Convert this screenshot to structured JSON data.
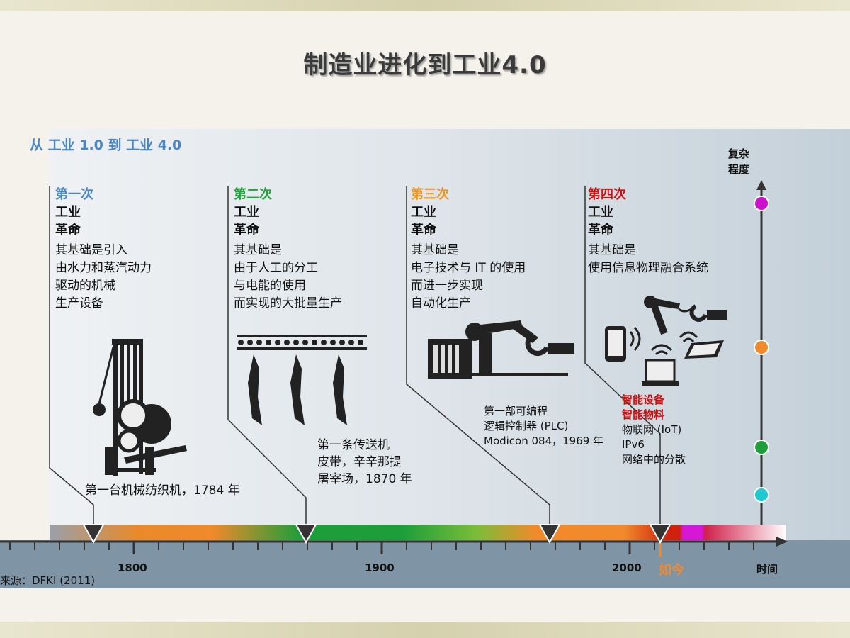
{
  "title": "制造业进化到工业4.0",
  "subtitle": "从 工业 1.0 到 工业 4.0",
  "revolutions": [
    {
      "num": "第一次",
      "head1": "工业",
      "head2": "革命",
      "desc": [
        "其基础是引入",
        "由水力和蒸汽动力",
        "驱动的机械",
        "生产设备"
      ],
      "num_color": "#4a86c5"
    },
    {
      "num": "第二次",
      "head1": "工业",
      "head2": "革命",
      "desc": [
        "其基础是",
        "由于人工的分工",
        "与电能的使用",
        "而实现的大批量生产"
      ],
      "num_color": "#1fa33a"
    },
    {
      "num": "第三次",
      "head1": "工业",
      "head2": "革命",
      "desc": [
        "其基础是",
        "电子技术与 IT 的使用",
        "而进一步实现",
        "自动化生产"
      ],
      "num_color": "#f0961e"
    },
    {
      "num": "第四次",
      "head1": "工业",
      "head2": "革命",
      "desc": [
        "其基础是",
        "使用信息物理融合系统"
      ],
      "num_color": "#d01010"
    }
  ],
  "milestones": [
    {
      "lines": [
        "第一台机械纺织机，1784 年"
      ]
    },
    {
      "lines": [
        "第一条传送机",
        "皮带，辛辛那提",
        "屠宰场，1870 年"
      ]
    },
    {
      "lines": [
        "第一部可编程",
        "逻辑控制器 (PLC)",
        "Modicon 084，1969 年"
      ]
    },
    {
      "red_lines": [
        "智能设备",
        "智能物料"
      ],
      "lines": [
        "物联网 (IoT)",
        "IPv6",
        "网络中的分散"
      ]
    }
  ],
  "axis": {
    "ticks": [
      "1800",
      "1900",
      "2000"
    ],
    "now": "如今",
    "time": "时间",
    "complexity": [
      "复杂",
      "程度"
    ]
  },
  "source": "来源：DFKI (2011)",
  "complexity_dots": [
    "#cc11cc",
    "#f08a2b",
    "#1e9e3a",
    "#1fc9d0"
  ]
}
